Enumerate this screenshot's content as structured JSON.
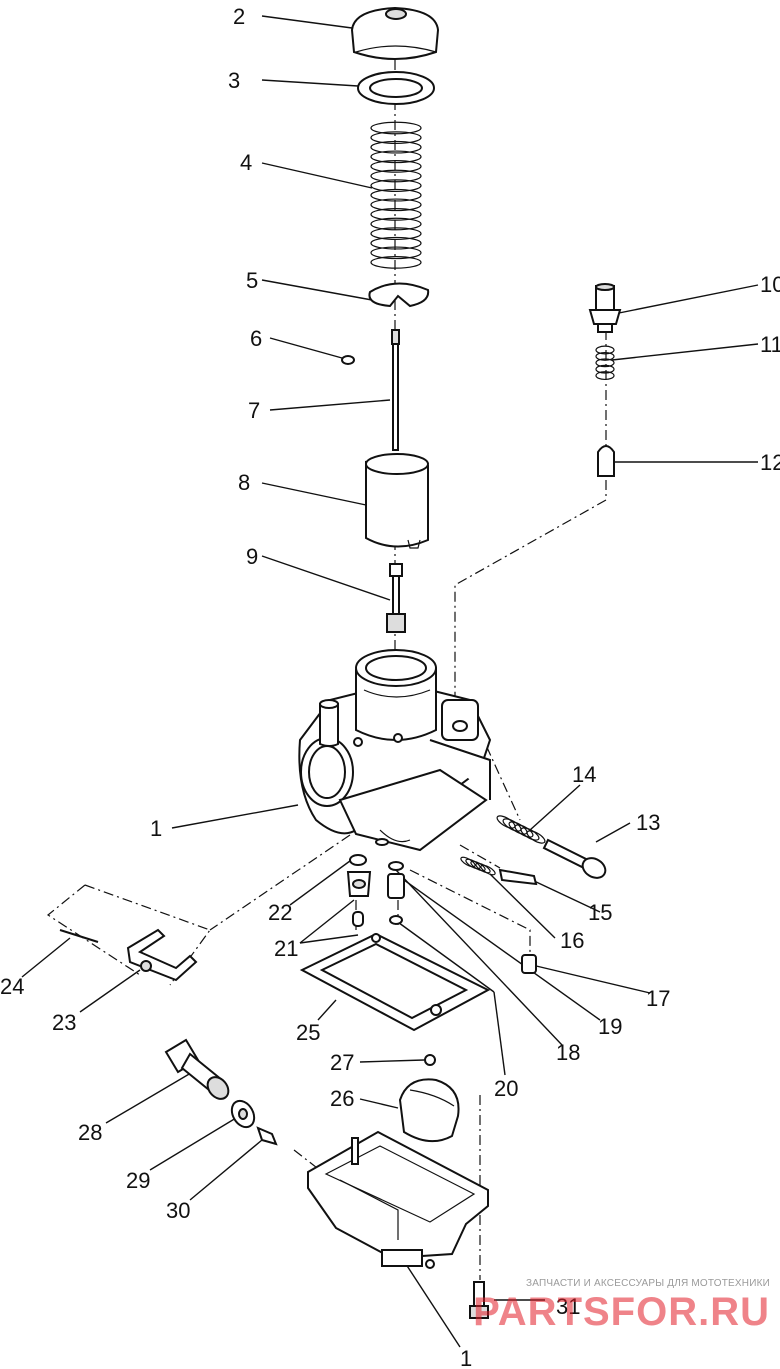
{
  "callouts": [
    {
      "id": "c2",
      "text": "2"
    },
    {
      "id": "c3",
      "text": "3"
    },
    {
      "id": "c4",
      "text": "4"
    },
    {
      "id": "c5",
      "text": "5"
    },
    {
      "id": "c6",
      "text": "6"
    },
    {
      "id": "c7",
      "text": "7"
    },
    {
      "id": "c8",
      "text": "8"
    },
    {
      "id": "c9",
      "text": "9"
    },
    {
      "id": "c10",
      "text": "10"
    },
    {
      "id": "c11",
      "text": "11"
    },
    {
      "id": "c12",
      "text": "12"
    },
    {
      "id": "c1a",
      "text": "1"
    },
    {
      "id": "c14",
      "text": "14"
    },
    {
      "id": "c13",
      "text": "13"
    },
    {
      "id": "c22",
      "text": "22"
    },
    {
      "id": "c15",
      "text": "15"
    },
    {
      "id": "c21",
      "text": "21"
    },
    {
      "id": "c16",
      "text": "16"
    },
    {
      "id": "c24",
      "text": "24"
    },
    {
      "id": "c17",
      "text": "17"
    },
    {
      "id": "c23",
      "text": "23"
    },
    {
      "id": "c19",
      "text": "19"
    },
    {
      "id": "c25",
      "text": "25"
    },
    {
      "id": "c18",
      "text": "18"
    },
    {
      "id": "c27",
      "text": "27"
    },
    {
      "id": "c20",
      "text": "20"
    },
    {
      "id": "c26",
      "text": "26"
    },
    {
      "id": "c28",
      "text": "28"
    },
    {
      "id": "c29",
      "text": "29"
    },
    {
      "id": "c30",
      "text": "30"
    },
    {
      "id": "c31",
      "text": "31"
    },
    {
      "id": "c1b",
      "text": "1"
    }
  ],
  "watermark": {
    "tagline": "ЗАПЧАСТИ И АКСЕССУАРЫ ДЛЯ МОТОТЕХНИКИ",
    "brand": "PARTSFOR.RU",
    "color": "#e11e28"
  }
}
